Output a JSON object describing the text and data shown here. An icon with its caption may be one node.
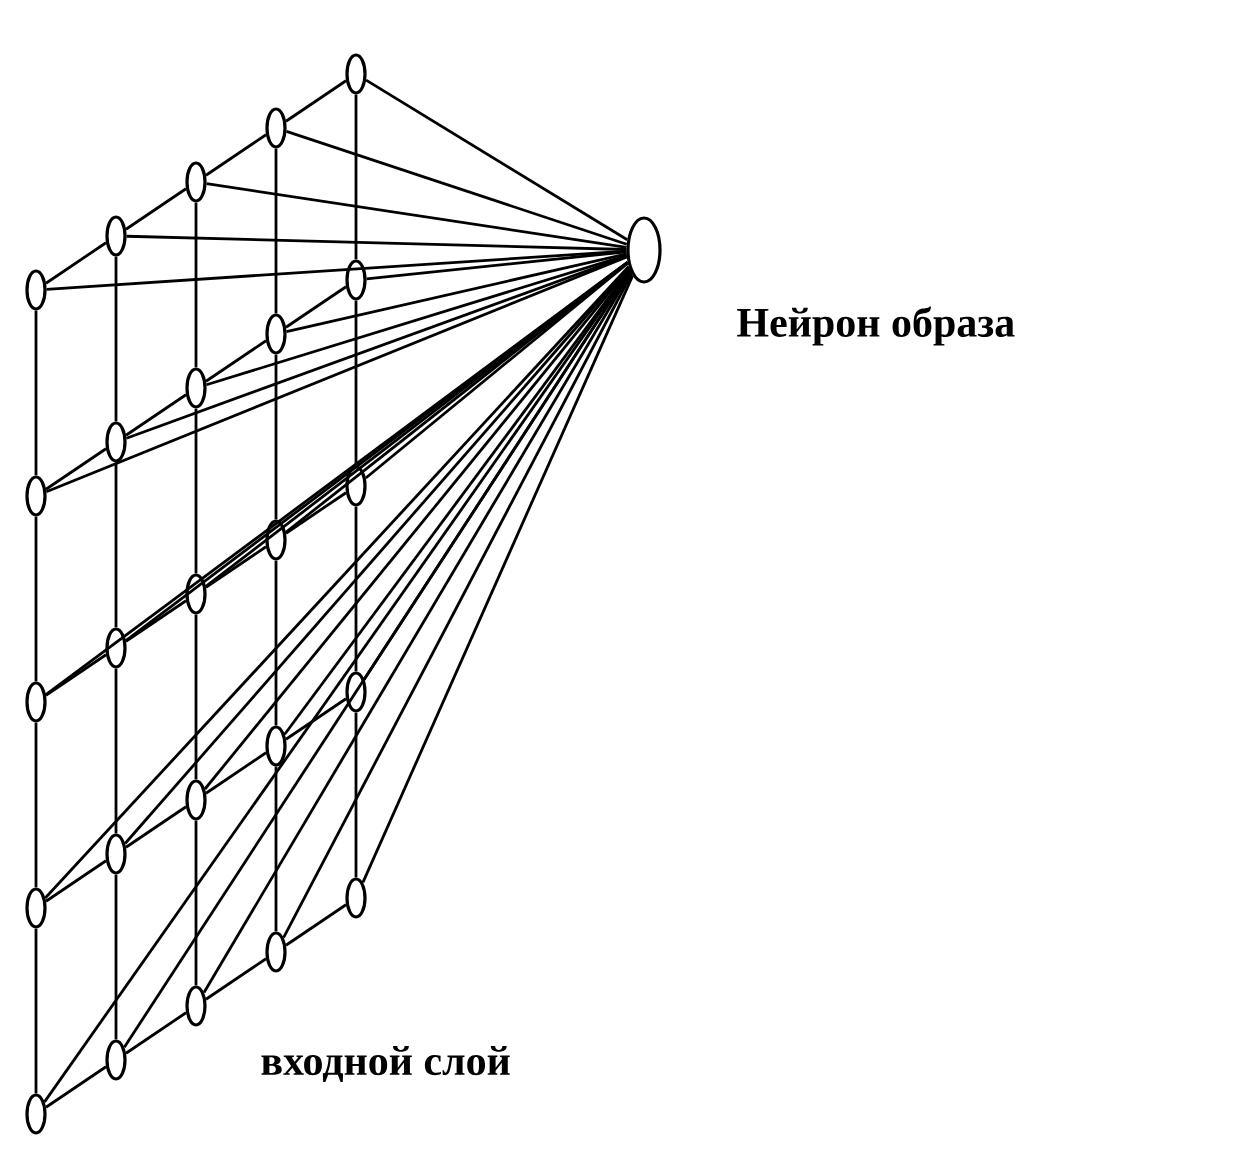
{
  "diagram": {
    "nodes": [
      {
        "text": [],
        "shape": "circle"
      },
      {
        "text": [],
        "shape": "circle"
      },
      {
        "text": [],
        "shape": "circle"
      },
      {
        "text": [],
        "shape": "circle"
      },
      {
        "text": [],
        "shape": "circle"
      },
      {
        "text": [],
        "shape": "circle"
      },
      {
        "text": [],
        "shape": "circle"
      },
      {
        "text": [],
        "shape": "circle"
      },
      {
        "text": [],
        "shape": "circle"
      },
      {
        "text": [],
        "shape": "circle"
      },
      {
        "text": [],
        "shape": "circle"
      },
      {
        "text": [],
        "shape": "circle"
      },
      {
        "text": [],
        "shape": "circle"
      },
      {
        "text": [],
        "shape": "circle"
      },
      {
        "text": [],
        "shape": "circle"
      },
      {
        "text": [],
        "shape": "circle"
      },
      {
        "text": [],
        "shape": "circle"
      },
      {
        "text": [],
        "shape": "circle"
      },
      {
        "text": [],
        "shape": "circle"
      },
      {
        "text": [],
        "shape": "circle"
      },
      {
        "text": [],
        "shape": "circle"
      },
      {
        "text": [],
        "shape": "circle"
      },
      {
        "text": [],
        "shape": "circle"
      },
      {
        "text": [],
        "shape": "circle"
      },
      {
        "text": [],
        "shape": "circle"
      },
      {
        "text": [],
        "shape": "circle",
        "beside": [
          "Нейрон образа"
        ]
      }
    ],
    "edges": [
      {
        "from": 0,
        "to": 1,
        "arrow": "none"
      },
      {
        "from": 1,
        "to": 2,
        "arrow": "none"
      },
      {
        "from": 2,
        "to": 3,
        "arrow": "none"
      },
      {
        "from": 3,
        "to": 4,
        "arrow": "none"
      },
      {
        "from": 5,
        "to": 6,
        "arrow": "none"
      },
      {
        "from": 6,
        "to": 7,
        "arrow": "none"
      },
      {
        "from": 7,
        "to": 8,
        "arrow": "none"
      },
      {
        "from": 8,
        "to": 9,
        "arrow": "none"
      },
      {
        "from": 10,
        "to": 11,
        "arrow": "none"
      },
      {
        "from": 11,
        "to": 12,
        "arrow": "none"
      },
      {
        "from": 12,
        "to": 13,
        "arrow": "none"
      },
      {
        "from": 13,
        "to": 14,
        "arrow": "none"
      },
      {
        "from": 15,
        "to": 16,
        "arrow": "none"
      },
      {
        "from": 16,
        "to": 17,
        "arrow": "none"
      },
      {
        "from": 17,
        "to": 18,
        "arrow": "none"
      },
      {
        "from": 18,
        "to": 19,
        "arrow": "none"
      },
      {
        "from": 20,
        "to": 21,
        "arrow": "none"
      },
      {
        "from": 21,
        "to": 22,
        "arrow": "none"
      },
      {
        "from": 22,
        "to": 23,
        "arrow": "none"
      },
      {
        "from": 23,
        "to": 24,
        "arrow": "none"
      },
      {
        "from": 0,
        "to": 5,
        "arrow": "none"
      },
      {
        "from": 5,
        "to": 10,
        "arrow": "none"
      },
      {
        "from": 10,
        "to": 15,
        "arrow": "none"
      },
      {
        "from": 15,
        "to": 20,
        "arrow": "none"
      },
      {
        "from": 1,
        "to": 6,
        "arrow": "none"
      },
      {
        "from": 6,
        "to": 11,
        "arrow": "none"
      },
      {
        "from": 11,
        "to": 16,
        "arrow": "none"
      },
      {
        "from": 16,
        "to": 21,
        "arrow": "none"
      },
      {
        "from": 2,
        "to": 7,
        "arrow": "none"
      },
      {
        "from": 7,
        "to": 12,
        "arrow": "none"
      },
      {
        "from": 12,
        "to": 17,
        "arrow": "none"
      },
      {
        "from": 17,
        "to": 22,
        "arrow": "none"
      },
      {
        "from": 3,
        "to": 8,
        "arrow": "none"
      },
      {
        "from": 8,
        "to": 13,
        "arrow": "none"
      },
      {
        "from": 13,
        "to": 18,
        "arrow": "none"
      },
      {
        "from": 18,
        "to": 23,
        "arrow": "none"
      },
      {
        "from": 4,
        "to": 9,
        "arrow": "none"
      },
      {
        "from": 9,
        "to": 14,
        "arrow": "none"
      },
      {
        "from": 14,
        "to": 19,
        "arrow": "none"
      },
      {
        "from": 19,
        "to": 24,
        "arrow": "none"
      },
      {
        "from": 0,
        "to": 25,
        "arrow": "none"
      },
      {
        "from": 1,
        "to": 25,
        "arrow": "none"
      },
      {
        "from": 2,
        "to": 25,
        "arrow": "none"
      },
      {
        "from": 3,
        "to": 25,
        "arrow": "none"
      },
      {
        "from": 4,
        "to": 25,
        "arrow": "none"
      },
      {
        "from": 5,
        "to": 25,
        "arrow": "none"
      },
      {
        "from": 6,
        "to": 25,
        "arrow": "none"
      },
      {
        "from": 7,
        "to": 25,
        "arrow": "none"
      },
      {
        "from": 8,
        "to": 25,
        "arrow": "none"
      },
      {
        "from": 9,
        "to": 25,
        "arrow": "none"
      },
      {
        "from": 10,
        "to": 25,
        "arrow": "none"
      },
      {
        "from": 11,
        "to": 25,
        "arrow": "none"
      },
      {
        "from": 12,
        "to": 25,
        "arrow": "none"
      },
      {
        "from": 13,
        "to": 25,
        "arrow": "none"
      },
      {
        "from": 14,
        "to": 25,
        "arrow": "none"
      },
      {
        "from": 15,
        "to": 25,
        "arrow": "none"
      },
      {
        "from": 16,
        "to": 25,
        "arrow": "none"
      },
      {
        "from": 17,
        "to": 25,
        "arrow": "none"
      },
      {
        "from": 18,
        "to": 25,
        "arrow": "none"
      },
      {
        "from": 19,
        "to": 25,
        "arrow": "none"
      },
      {
        "from": 20,
        "to": 25,
        "arrow": "none"
      },
      {
        "from": 21,
        "to": 25,
        "arrow": "none"
      },
      {
        "from": 22,
        "to": 25,
        "arrow": "none"
      },
      {
        "from": 23,
        "to": 25,
        "arrow": "none"
      },
      {
        "from": 24,
        "to": 25,
        "arrow": "none"
      }
    ],
    "labels": [
      "входной слой"
    ]
  }
}
